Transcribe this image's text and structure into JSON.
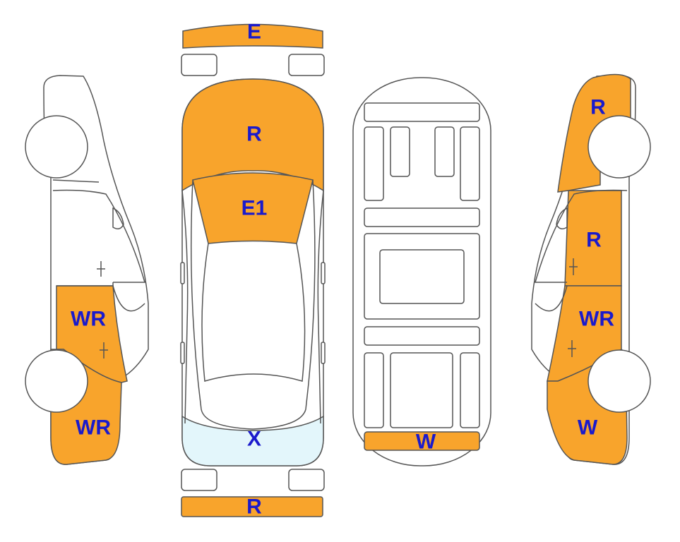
{
  "colors": {
    "damaged": "#F8A42C",
    "glass": "#E3F6FB",
    "outline": "#555555",
    "label": "#1A1ACC"
  },
  "labels": {
    "front_bumper": "E",
    "hood": "R",
    "windshield": "E1",
    "rear_window": "X",
    "rear_bumper": "R",
    "underbody_rear": "W",
    "left_rear_door": "WR",
    "left_rear_quarter": "WR",
    "right_front_fender": "R",
    "right_front_door": "R",
    "right_rear_door": "WR",
    "right_rear_quarter": "W"
  }
}
